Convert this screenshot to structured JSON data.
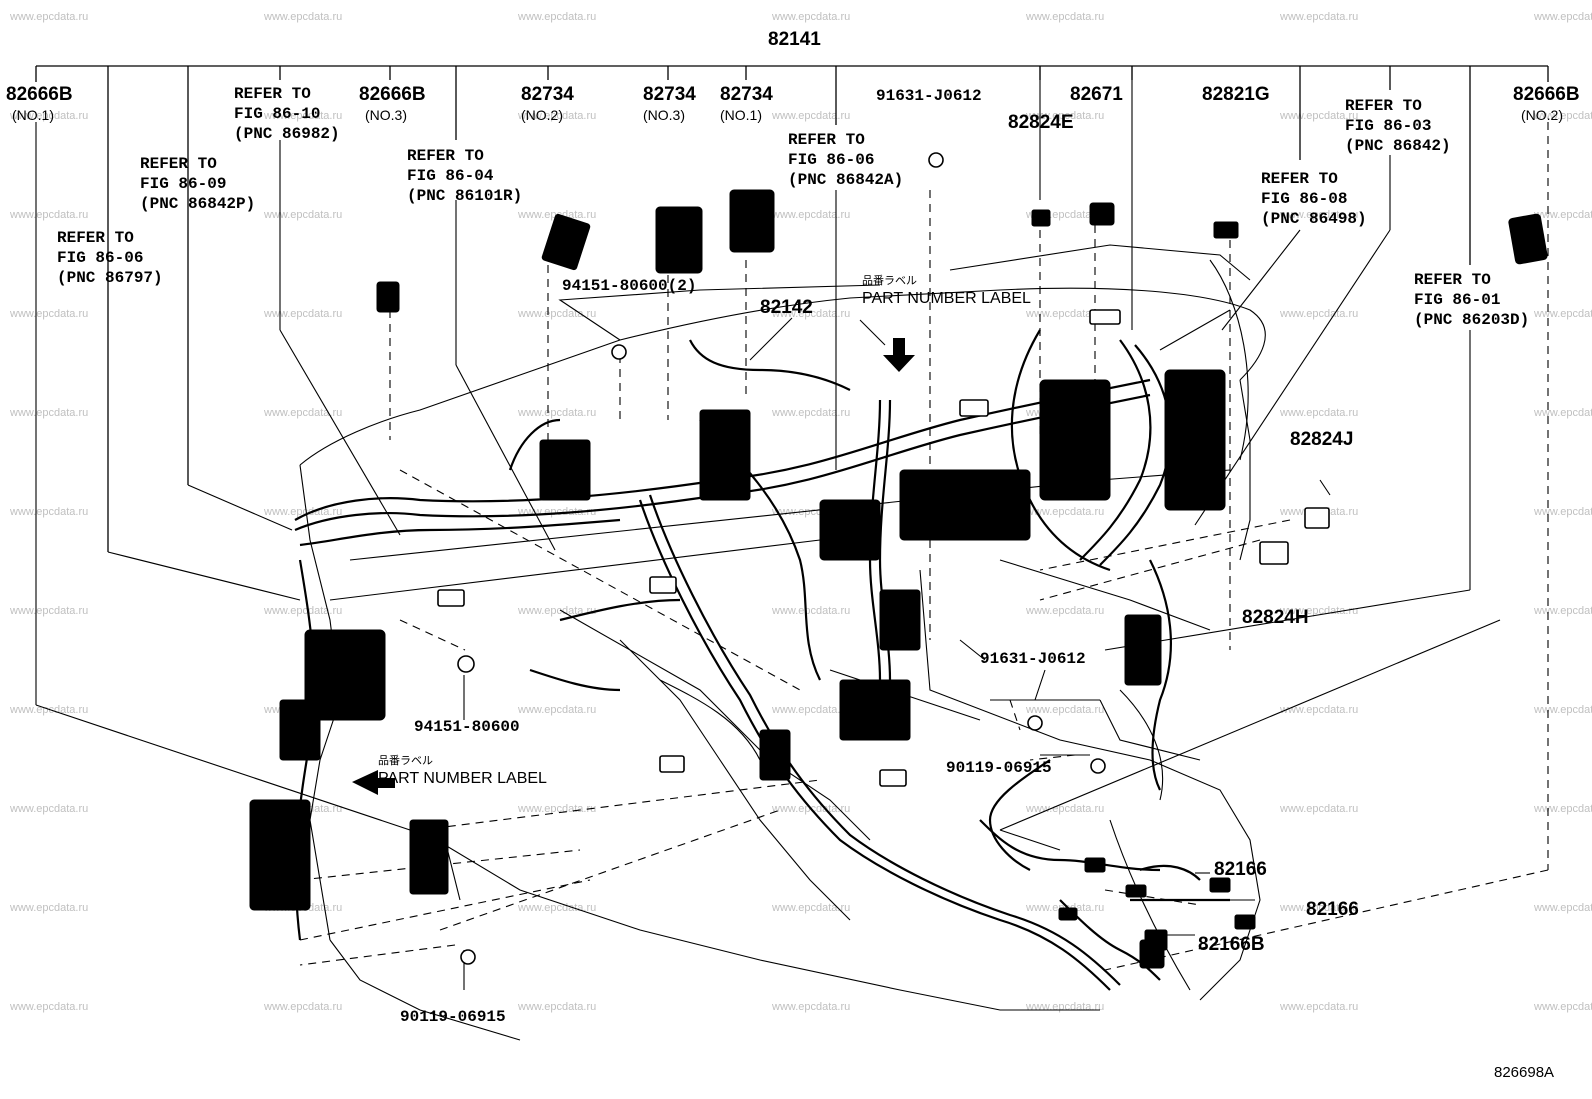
{
  "watermark": "www.epcdata.ru",
  "diagram_code": "826698A",
  "parts": {
    "main_harness": "82141",
    "sub_harness": "82142",
    "p_82666b_no1": {
      "pn": "82666B",
      "sub": "(NO.1)"
    },
    "p_82666b_no3": {
      "pn": "82666B",
      "sub": "(NO.3)"
    },
    "p_82666b_no2": {
      "pn": "82666B",
      "sub": "(NO.2)"
    },
    "p_82734_no2": {
      "pn": "82734",
      "sub": "(NO.2)"
    },
    "p_82734_no3": {
      "pn": "82734",
      "sub": "(NO.3)"
    },
    "p_82734_no1": {
      "pn": "82734",
      "sub": "(NO.1)"
    },
    "p_91631_top": "91631-J0612",
    "p_82671": "82671",
    "p_82824e": "82824E",
    "p_82821g": "82821G",
    "p_94151_2": "94151-80600(2)",
    "p_82824j": "82824J",
    "p_82824h": "82824H",
    "p_91631_mid": "91631-J0612",
    "p_94151": "94151-80600",
    "p_90119_mid": "90119-06915",
    "p_90119_bottom": "90119-06915",
    "p_82166_a": "82166",
    "p_82166_b": "82166",
    "p_82166b": "82166B"
  },
  "references": {
    "fig_86_10": {
      "line1": "REFER TO",
      "line2": "FIG 86-10",
      "line3": "(PNC 86982)"
    },
    "fig_86_09": {
      "line1": "REFER TO",
      "line2": "FIG 86-09",
      "line3": "(PNC 86842P)"
    },
    "fig_86_06_left": {
      "line1": "REFER TO",
      "line2": "FIG 86-06",
      "line3": "(PNC 86797)"
    },
    "fig_86_04": {
      "line1": "REFER TO",
      "line2": "FIG 86-04",
      "line3": "(PNC 86101R)"
    },
    "fig_86_06_mid": {
      "line1": "REFER TO",
      "line2": "FIG 86-06",
      "line3": "(PNC 86842A)"
    },
    "fig_86_08": {
      "line1": "REFER TO",
      "line2": "FIG 86-08",
      "line3": "(PNC 86498)"
    },
    "fig_86_03": {
      "line1": "REFER TO",
      "line2": "FIG 86-03",
      "line3": "(PNC 86842)"
    },
    "fig_86_01": {
      "line1": "REFER TO",
      "line2": "FIG 86-01",
      "line3": "(PNC 86203D)"
    }
  },
  "part_number_label_top": {
    "jp": "品番ラベル",
    "en": "PART NUMBER LABEL"
  },
  "part_number_label_left": {
    "jp": "品番ラベル",
    "en": "PART NUMBER LABEL"
  }
}
